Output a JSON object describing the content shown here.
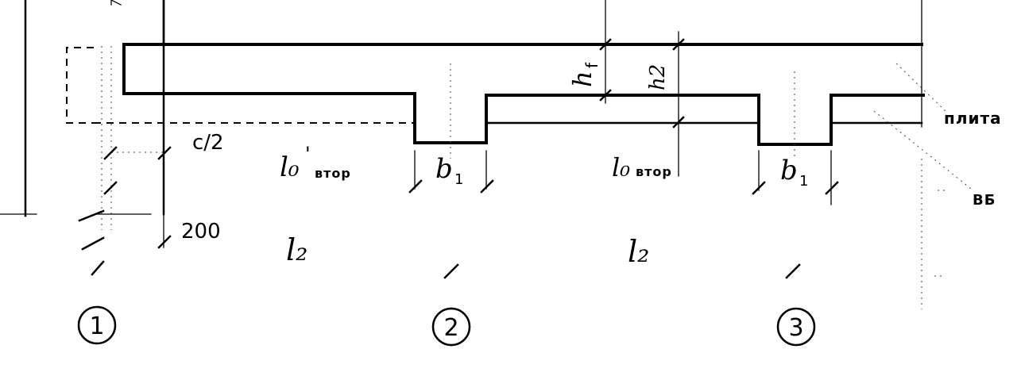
{
  "labels": {
    "c_half": "c/2",
    "l0_prime": "l₀",
    "l0_prime_mark": "'",
    "l0_prime_sub": "втор",
    "l0": "l₀",
    "l0_sub": "втор",
    "b1_left": "b",
    "b1_left_sub": "1",
    "b1_right": "b",
    "b1_right_sub": "1",
    "hf": "h",
    "hf_sub": "f",
    "h2": "h2",
    "dim_200": "200",
    "l2_left": "l₂",
    "l2_right": "l₂",
    "plita": "плита",
    "vb": "ВБ"
  },
  "axes": [
    "1",
    "2",
    "3"
  ]
}
